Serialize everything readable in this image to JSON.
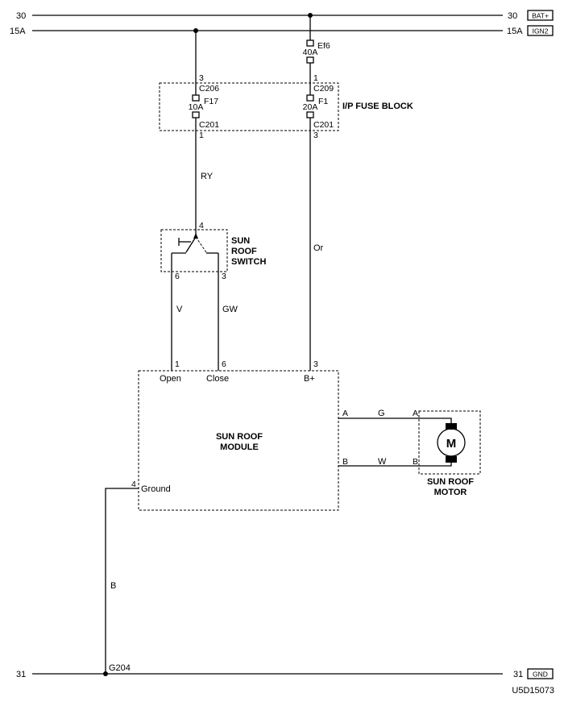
{
  "rails": {
    "bat": {
      "left": "30",
      "right": "30",
      "tag": "BAT+"
    },
    "ign": {
      "left": "15A",
      "right": "15A",
      "tag": "IGN2"
    },
    "gnd": {
      "left": "31",
      "right": "31",
      "tag": "GND"
    }
  },
  "ef6": {
    "name": "Ef6",
    "rating": "40A"
  },
  "fuse_block": {
    "label": "I/P FUSE BLOCK",
    "f17": {
      "name": "F17",
      "rating": "10A",
      "pin_in": "3",
      "conn_in": "C206",
      "conn_out": "C201",
      "pin_out": "1"
    },
    "f1": {
      "name": "F1",
      "rating": "20A",
      "pin_in": "1",
      "conn_in": "C209",
      "conn_out": "C201",
      "pin_out": "3"
    }
  },
  "wires": {
    "ry": "RY",
    "or": "Or",
    "v": "V",
    "gw": "GW",
    "g": "G",
    "w": "W",
    "b": "B"
  },
  "switch": {
    "label_lines": [
      "SUN",
      "ROOF",
      "SWITCH"
    ],
    "pin_in": "4",
    "pin_open": "6",
    "pin_close": "3"
  },
  "module": {
    "label_lines": [
      "SUN ROOF",
      "MODULE"
    ],
    "open": {
      "num": "1",
      "name": "Open"
    },
    "close": {
      "num": "6",
      "name": "Close"
    },
    "bplus": {
      "num": "3",
      "name": "B+"
    },
    "ground": {
      "num": "4",
      "name": "Ground"
    },
    "pin_a": "A",
    "pin_b": "B"
  },
  "motor": {
    "label_lines": [
      "SUN ROOF",
      "MOTOR"
    ],
    "symbol": "M",
    "pin_a": "A",
    "pin_b": "B"
  },
  "ground_point": "G204",
  "diagram_id": "U5D15073"
}
